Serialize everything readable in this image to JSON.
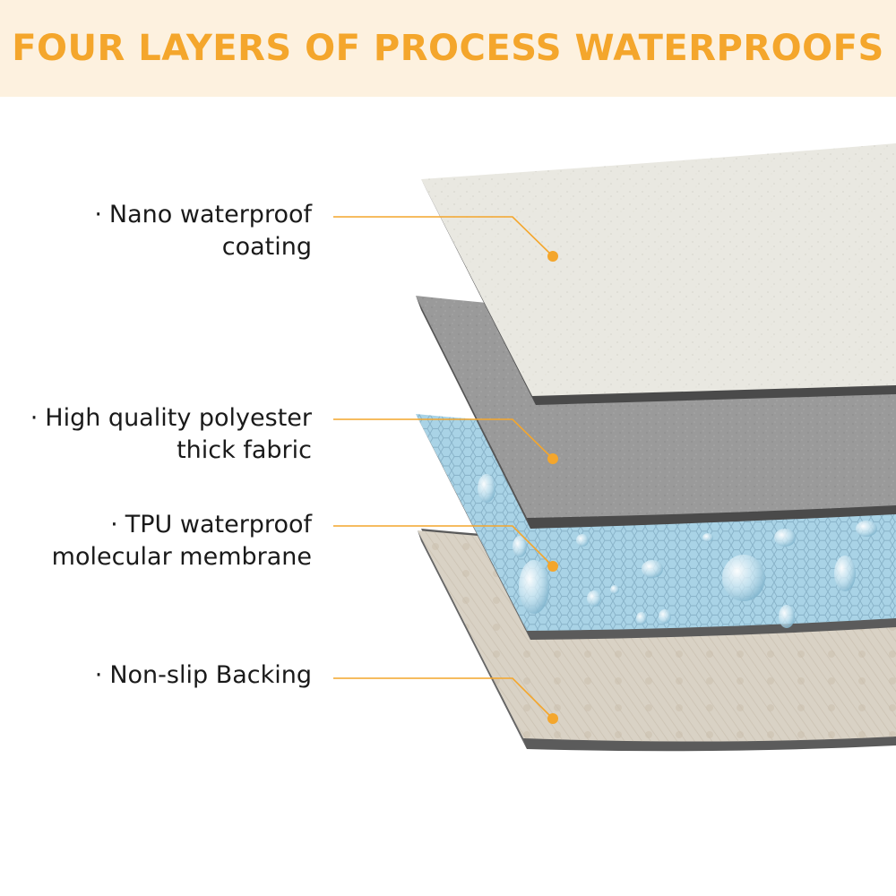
{
  "title": "FOUR LAYERS OF PROCESS WATERPROOFS",
  "layers": [
    {
      "bullet": "·",
      "line1": "Nano waterproof",
      "line2": "coating"
    },
    {
      "bullet": "·",
      "line1": "High quality polyester",
      "line2": "thick fabric"
    },
    {
      "bullet": "·",
      "line1": "TPU waterproof",
      "line2": "molecular membrane"
    },
    {
      "bullet": "·",
      "line1": "Non-slip Backing",
      "line2": ""
    }
  ],
  "colors": {
    "accent": "#f4a62c",
    "header_bg": "#fdf1df",
    "coating": "#e9e8e1",
    "fabric": "#9a9a9a",
    "membrane": "#a9d3e6",
    "backing": "#d9d2c5",
    "edge": "#555555"
  }
}
